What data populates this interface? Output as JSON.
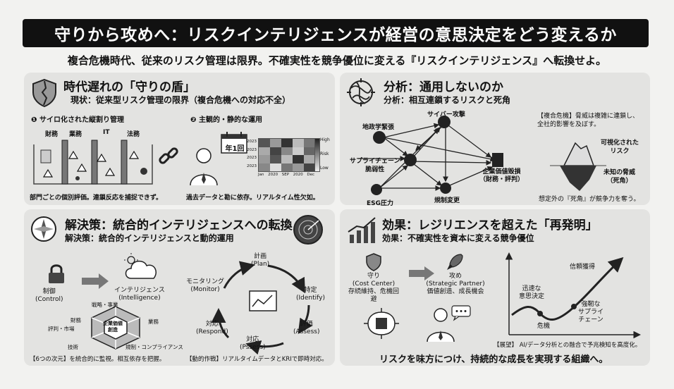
{
  "title": "守りから攻めへ：リスクインテリジェンスが経営の意思決定をどう変えるか",
  "subtitle": "複合危機時代、従来のリスク管理は限界。不確実性を競争優位に変える『リスクインテリジェンス』へ転換せよ。",
  "panel1": {
    "heading": "時代遅れの「守りの盾」",
    "subheading": "現状：従来型リスク管理の限界（複合危機への対応不全）",
    "point1": "❶ サイロ化された縦割り管理",
    "point2": "❷ 主観的・静的な運用",
    "depts": [
      "財務",
      "業務",
      "IT",
      "法務"
    ],
    "calendar": "年1回",
    "heat_labels": [
      "High",
      "Risk",
      "Low"
    ],
    "heat_y": [
      "2023",
      "2023",
      "2023",
      "2023"
    ],
    "heat_x": [
      "Jan",
      "2020",
      "SEP",
      "2020",
      "Dec"
    ],
    "note1": "部門ごとの個別評価。連鎖反応を捕捉できず。",
    "note2": "過去データと勘に依存。リアルタイム性欠如。"
  },
  "panel2": {
    "heading": "分析：通用しないのか",
    "subheading": "分析：相互連鎖するリスクと死角",
    "nodes": {
      "geo": "地政学緊張",
      "cyber": "サイバー攻撃",
      "supply": "サプライチェーン\n脆弱性",
      "esg": "ESG圧力",
      "reg": "規制変更",
      "corp": "企業価値毀損\n（財務・評判）"
    },
    "note_top": "【複合危機】脅威は複雑に連鎖し、\n全社的影響を及ぼす。",
    "visible": "可視化された\nリスク",
    "unknown": "未知の脅威\n（死角）",
    "note_bottom": "想定外の『死角』が競争力を奪う。"
  },
  "panel3": {
    "heading": "解決策：統合的インテリジェンスへの転換",
    "subheading": "解決策：統合的インテリジェンスと動的運用",
    "control": "制御\n(Control)",
    "intelligence": "インテリジェンス\n(Intelligence)",
    "hex_center": "企業価値\n創造",
    "hex_labels": [
      "戦略・事業",
      "業務",
      "規制・コンプライアンス",
      "技術",
      "評判・市場",
      "財務"
    ],
    "cycle": {
      "plan": "計画\n(Plan)",
      "identify": "特定\n(Identify)",
      "assess": "評価\n(Assess)",
      "respond1": "対応\n(Pssess)",
      "respond2": "対応\n(Respond)",
      "monitor": "モニタリング\n(Monitor)"
    },
    "note1": "【6つの次元】を統合的に監視。相互依存を把握。",
    "note2": "【動的作戦】リアルタイムデータとKRIで即時対応。"
  },
  "panel4": {
    "heading": "効果：レジリエンスを超えた「再発明」",
    "subheading": "効果：不確実性を資本に変える競争優位",
    "defense": "守り\n(Cost Center)\n存続維持、危機回避",
    "attack": "攻め\n(Strategic Partner)\n価値創造、成長機会",
    "curve_labels": {
      "trust": "信頼獲得",
      "quick": "迅速な\n意思決定",
      "crisis": "危機",
      "strong": "強靭な\nサプライ\nチェーン"
    },
    "note": "【展望】 AI/データ分析との融合で予兆検知を高度化。",
    "closing": "リスクを味方につけ、持続的な成長を実現する組織へ。"
  }
}
